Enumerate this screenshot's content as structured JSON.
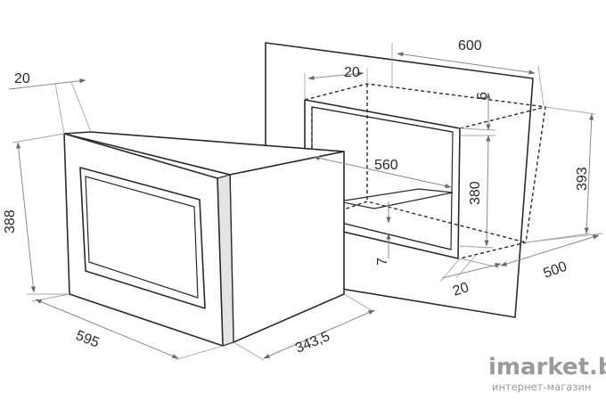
{
  "dimensions": {
    "oven_frame_depth": "20",
    "oven_height": "388",
    "oven_width": "595",
    "oven_depth": "343,5",
    "niche_width": "600",
    "niche_top_offset": "20",
    "niche_top_gap": "6",
    "niche_inner_width": "560",
    "niche_inner_height": "380",
    "niche_outer_height": "393",
    "niche_bottom_gap": "7",
    "niche_depth": "500",
    "niche_front_offset": "20"
  },
  "watermark": {
    "brand": "imarket.by",
    "tagline": "интернет-магазин"
  }
}
